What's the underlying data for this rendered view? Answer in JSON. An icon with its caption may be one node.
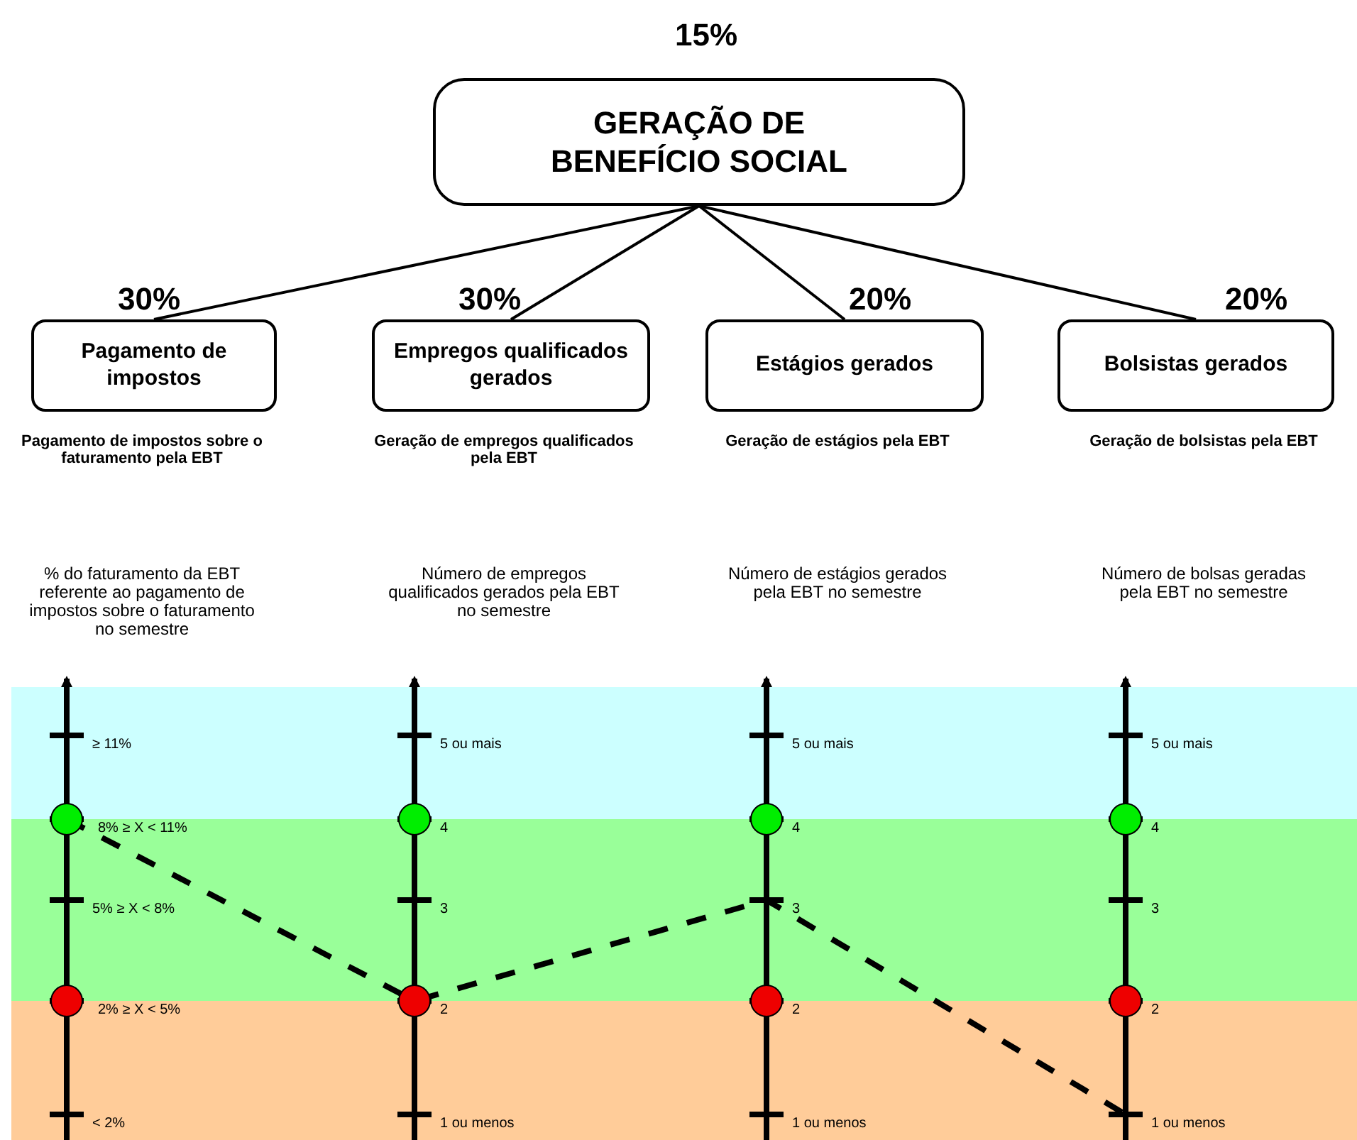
{
  "diagram": {
    "nodes": [
      {
        "text": [
          "GERAÇÃO DE BENEFÍCIO SOCIAL"
        ],
        "beside": [
          "15%"
        ]
      },
      {
        "text": [
          "Pagamento de impostos"
        ],
        "beside": [
          "30%"
        ]
      },
      {
        "text": [
          "Empregos qualificados gerados"
        ],
        "beside": [
          "30%"
        ]
      },
      {
        "text": [
          "Estágios gerados"
        ],
        "beside": [
          "20%"
        ]
      },
      {
        "text": [
          "Bolsistas gerados"
        ],
        "beside": [
          "20%"
        ]
      }
    ],
    "edges": [
      {
        "from": 0,
        "to": 1,
        "arrow": "none"
      },
      {
        "from": 0,
        "to": 2,
        "arrow": "none"
      },
      {
        "from": 0,
        "to": 3,
        "arrow": "none"
      },
      {
        "from": 0,
        "to": 4,
        "arrow": "none"
      }
    ],
    "labels": [
      "Pagamento de impostos sobre o faturamento pela EBT",
      "Geração de empregos qualificados pela EBT",
      "Geração de estágios pela EBT",
      "Geração de bolsistas pela EBT",
      "% do faturamento da EBT referente ao pagamento de impostos sobre o faturamento no semestre",
      "Número de empregos qualificados gerados pela EBT no semestre",
      "Número de estágios gerados pela EBT no semestre",
      "Número de bolsas geradas pela EBT no semestre",
      "≥ 11%",
      "5 ou mais",
      "5 ou mais",
      "5 ou mais",
      "8% ≥ X < 11%",
      "4",
      "4",
      "4",
      "5% ≥ X < 8%",
      "3",
      "3",
      "3",
      "2% ≥ X < 5%",
      "2",
      "2",
      "2",
      "< 2%",
      "1 ou menos",
      "1 ou menos",
      "1 ou menos"
    ]
  }
}
